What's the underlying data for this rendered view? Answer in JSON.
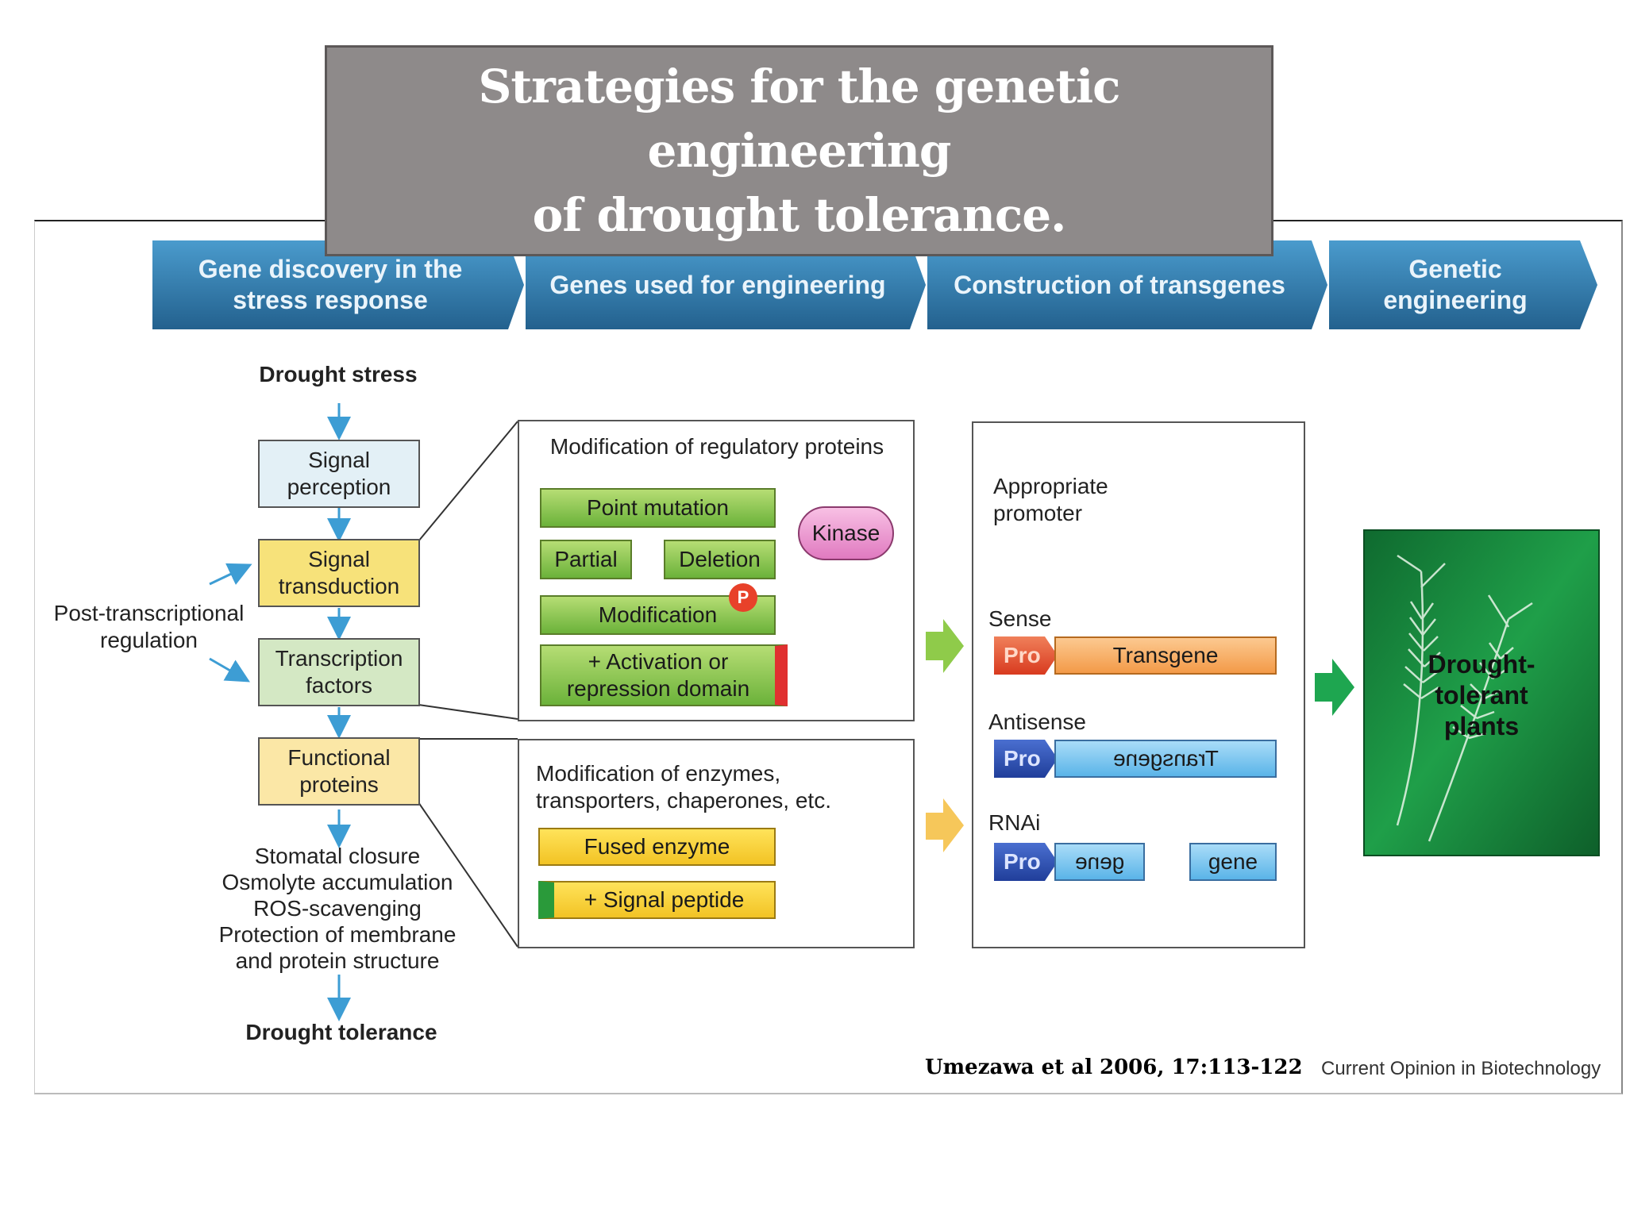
{
  "title": "Strategies for the genetic\nengineering\nof drought tolerance.",
  "stages": [
    "Gene discovery in the\nstress response",
    "Genes used for engineering",
    "Construction of transgenes",
    "Genetic engineering"
  ],
  "flow": {
    "start": "Drought stress",
    "steps": [
      "Signal perception",
      "Signal transduction",
      "Transcription factors",
      "Functional proteins"
    ],
    "post_transcriptional": "Post-transcriptional regulation",
    "outcomes": [
      "Stomatal closure",
      "Osmolyte accumulation",
      "ROS-scavenging",
      "Protection of membrane",
      "and protein structure"
    ],
    "end": "Drought tolerance"
  },
  "regulatory_panel": {
    "title": "Modification of regulatory proteins",
    "point_mutation": "Point mutation",
    "partial": "Partial",
    "deletion": "Deletion",
    "kinase": "Kinase",
    "modification": "Modification",
    "phospho": "P",
    "activation": "+ Activation or\nrepression domain"
  },
  "enzyme_panel": {
    "title": "Modification of enzymes,\ntransporters, chaperones, etc.",
    "fused_enzyme": "Fused enzyme",
    "signal_peptide": "+ Signal peptide"
  },
  "transgene_panel": {
    "promoter": "Appropriate\npromoter",
    "sense": "Sense",
    "antisense": "Antisense",
    "rnai": "RNAi",
    "pro": "Pro",
    "transgene": "Transgene",
    "gene": "gene"
  },
  "result": "Drought-\ntolerant\nplants",
  "citation": "Umezawa et al 2006, 17:113-122",
  "source": "Current Opinion in Biotechnology",
  "colors": {
    "stage_blue": "#2c6f9e",
    "signal_perception": "#e3f0f6",
    "signal_transduction": "#f7e27a",
    "transcription_factors": "#d4e8c4",
    "functional_proteins": "#fbe7a6",
    "arrow_blue": "#3d9dd4",
    "promoter_arrow": "#c0311d",
    "result_green": "#1b9a45"
  }
}
